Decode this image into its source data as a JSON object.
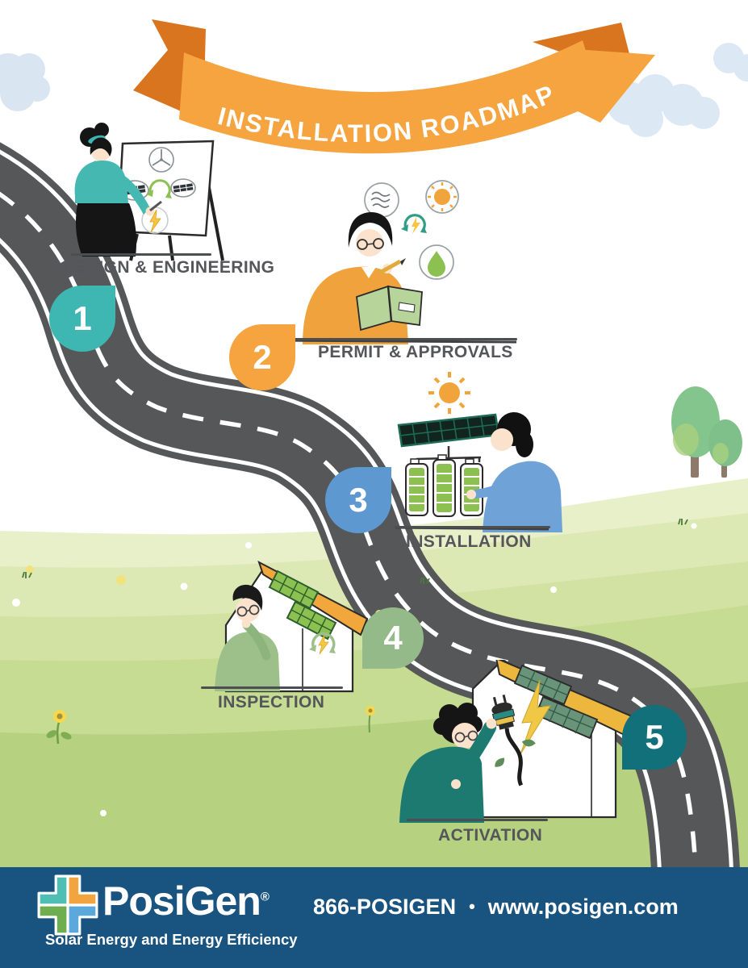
{
  "banner": {
    "title": "INSTALLATION ROADMAP",
    "ribbon_color": "#f5a440",
    "fold_color": "#d9741f"
  },
  "steps": [
    {
      "number": "1",
      "label": "DESIGN & ENGINEERING",
      "color": "#3eb6b1",
      "illustration": "designer-at-easel"
    },
    {
      "number": "2",
      "label": "PERMIT & APPROVALS",
      "color": "#f5a43f",
      "illustration": "reviewer-with-handbook"
    },
    {
      "number": "3",
      "label": "INSTALLATION",
      "color": "#5d99d0",
      "illustration": "installer-with-solar-panel-and-batteries"
    },
    {
      "number": "4",
      "label": "INSPECTION",
      "color": "#93ba88",
      "illustration": "inspector-at-solar-house"
    },
    {
      "number": "5",
      "label": "ACTIVATION",
      "color": "#11707a",
      "illustration": "technician-plugging-in-solar-house"
    }
  ],
  "footer": {
    "brand": "PosiGen",
    "registered_mark": "®",
    "tagline": "Solar Energy and Energy Efficiency",
    "phone": "866-POSIGEN",
    "separator": "•",
    "website": "www.posigen.com",
    "background_color": "#19537f"
  },
  "scene_icons": [
    "wind-turbine-icon",
    "solar-panel-icon",
    "recycle-icon",
    "lightning-icon",
    "wind-icon",
    "sun-icon",
    "water-drop-icon",
    "battery-icon",
    "house",
    "plug-icon"
  ],
  "environment": {
    "road_color": "#565759",
    "road_line_color": "#ffffff",
    "grass_colors": [
      "#e8f0ca",
      "#dde9b4",
      "#d2e2a2",
      "#c7dc93",
      "#b6d17f"
    ],
    "cloud_color": "#d9e6f2",
    "tree_color": "#84c58d"
  }
}
